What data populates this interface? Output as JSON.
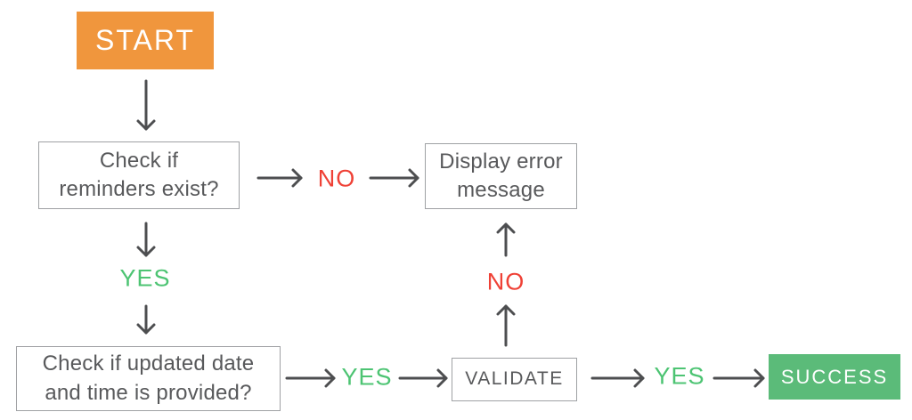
{
  "colors": {
    "start_bg": "#F0963D",
    "success_bg": "#5BBB79",
    "yes_text": "#4DC473",
    "no_text": "#EF4136",
    "node_text": "#58595B",
    "node_border": "#9FA1A4",
    "arrow": "#4D4E50",
    "background": "#FFFFFF"
  },
  "nodes": {
    "start": {
      "label": "START"
    },
    "check_reminders": {
      "label": "Check if\nreminders exist?"
    },
    "display_error": {
      "label": "Display error\nmessage"
    },
    "check_datetime": {
      "label": "Check if updated date\nand time is provided?"
    },
    "validate": {
      "label": "VALIDATE"
    },
    "success": {
      "label": "SUCCESS"
    }
  },
  "edge_labels": {
    "no_reminders": "NO",
    "yes_reminders": "YES",
    "yes_datetime": "YES",
    "no_validate": "NO",
    "yes_validate": "YES"
  }
}
